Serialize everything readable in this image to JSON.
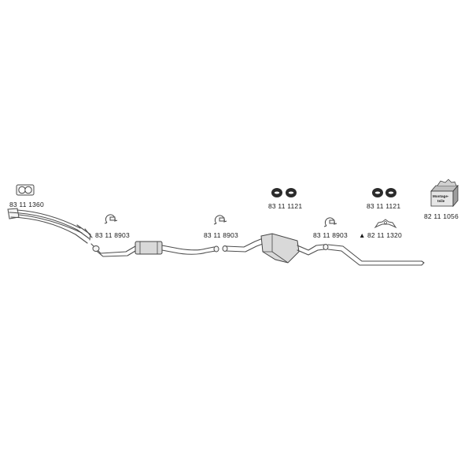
{
  "parts": [
    {
      "id": "gasket",
      "icon": "gasket-icon",
      "number": "83 11 1360"
    },
    {
      "id": "clamp-1",
      "icon": "clamp-icon",
      "number": "83 11 8903"
    },
    {
      "id": "clamp-2",
      "icon": "clamp-icon",
      "number": "83 11 8903"
    },
    {
      "id": "hanger-pair-1",
      "icon": "rubber-hanger-icon",
      "number": "83 11 1121"
    },
    {
      "id": "clamp-3",
      "icon": "clamp-icon",
      "number": "83 11 8903"
    },
    {
      "id": "hanger-pair-2",
      "icon": "rubber-hanger-icon",
      "number": "83 11 1121"
    },
    {
      "id": "bracket",
      "icon": "bracket-icon",
      "number": "82 11 1320",
      "marker": "▲"
    },
    {
      "id": "mounting-kit",
      "icon": "mounting-kit-box-icon",
      "number": "82 11 1056"
    }
  ],
  "mounting_kit_box_text": [
    "Montage-",
    "teile"
  ],
  "colors": {
    "line": "#4d4d4d",
    "muffler": "#d9d9d9",
    "hanger": "#2b2b2b",
    "text": "#1a1a1a"
  }
}
